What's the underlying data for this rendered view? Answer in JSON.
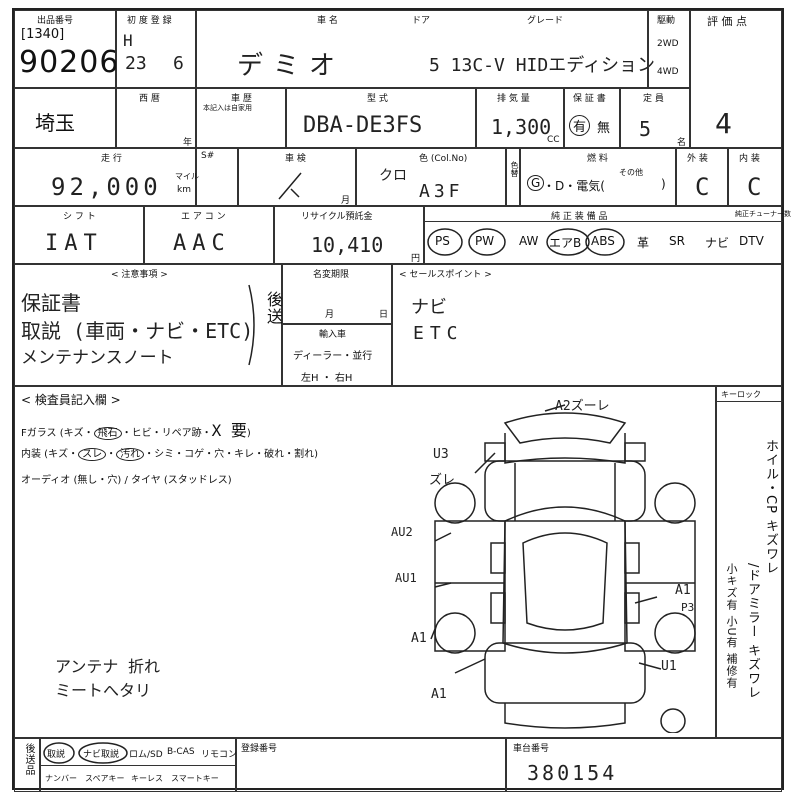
{
  "row1": {
    "lot_label": "出品番号",
    "lot_bracket": "[1340]",
    "lot_number": "90206",
    "first_reg_label": "初 度 登 録",
    "era": "H",
    "reg_year": "23",
    "reg_month": "6",
    "car_name_label": "車 名",
    "door_label": "ドア",
    "grade_label": "グレード",
    "car_name": "デミオ",
    "grade": "5 13C-V HIDエディション",
    "drive_label": "駆動",
    "drive_2wd": "2WD",
    "drive_4wd": "4WD",
    "score_label": "評 価 点",
    "score": "4"
  },
  "row2": {
    "region": "埼玉",
    "western_label": "西 暦",
    "year_suffix": "年",
    "chassis_label": "車 歴",
    "chassis_note": "本記入は自家用",
    "model_label": "型 式",
    "model": "DBA-DE3FS",
    "displacement_label": "排 気 量",
    "displacement": "1,300",
    "cc": "CC",
    "warranty_label": "保 証 書",
    "warranty_yes": "有",
    "warranty_no": "無",
    "seats_label": "定 員",
    "seats": "5",
    "seats_suffix": "名"
  },
  "row3": {
    "mileage_label": "走 行",
    "mileage": "92,000",
    "mile_unit": "マイル",
    "km_unit": "km",
    "mileage_warn": "S#",
    "inspection_label": "車 検",
    "month_suffix": "月",
    "color_label": "色 (Col.No)",
    "color": "クロ",
    "color_no": "A3F",
    "color_change": "色替",
    "fuel_label": "燃 料",
    "fuel_g": "G",
    "fuel_rest": "・D・電気(",
    "fuel_other": "その他",
    "fuel_close": ")",
    "exterior_label": "外 装",
    "exterior": "C",
    "interior_label": "内 装",
    "interior": "C"
  },
  "row4": {
    "shift_label": "シ フ ト",
    "shift": "IAT",
    "ac_label": "エ ア コ ン",
    "ac": "AAC",
    "recycle_label": "リサイクル預託金",
    "recycle": "10,410",
    "yen": "円",
    "equip_label": "純 正 装 備 品",
    "tuner_label": "純正チューナー数",
    "equip": [
      "PS",
      "PW",
      "AW",
      "エアB",
      "ABS",
      "革",
      "SR",
      "ナビ",
      "DTV"
    ],
    "equip_circled": [
      "PS",
      "PW",
      "エアB",
      "ABS"
    ]
  },
  "row5": {
    "notes_label": "< 注意事項 >",
    "notes": [
      "保証書",
      "取説 (車両・ナビ・ETC)",
      "メンテナンスノート"
    ],
    "notes_side": "後送",
    "expiry_label": "名変期限",
    "expiry_month": "月",
    "expiry_day": "日",
    "import_label": "輸入車",
    "import_dealer": "ディーラー・並行",
    "steer": "左H ・ 右H",
    "sales_label": "< セールスポイント >",
    "sales": [
      "ナビ",
      "ETC"
    ]
  },
  "inspection": {
    "title": "< 検査員記入欄 >",
    "line1_prefix": "Fガラス (キズ・",
    "line1_circled": "飛石",
    "line1_suffix": "・ヒビ・リペア跡・",
    "line1_mark": "X 要",
    "line1_close": ")",
    "line2_prefix": "内装 (キズ・",
    "line2_c1": "スレ",
    "line2_mid": "・",
    "line2_c2": "汚れ",
    "line2_suffix": "・シミ・コゲ・穴・キレ・破れ・割れ)",
    "line3": "オーディオ (無し・穴) / タイヤ (スタッドレス)",
    "handnote": [
      "アンテナ 折れ",
      "ミートへタリ"
    ],
    "keylock_label": "キーロック",
    "side_col1": "ホイル・CP キズワレ",
    "side_col2": "/ドアミラー キズワレ",
    "side_col3": "小キズ有 小U有 補修有",
    "marks": {
      "a2sure": "A2ズーレ",
      "u3": "U3",
      "zure": "ズレ",
      "au2": "AU2",
      "au1": "AU1",
      "a1_left": "A1",
      "a1_bottom": "A1",
      "a1_right": "A1",
      "p3": "P3",
      "u1": "U1"
    }
  },
  "bottom": {
    "ship_label": "後送品",
    "items_top": [
      "取説",
      "ナビ取説",
      "ロム/SD",
      "B-CAS",
      "リモコン"
    ],
    "items_bottom": [
      "ナンバー",
      "スペアキー",
      "キーレス",
      "スマートキー"
    ],
    "items_circled": [
      "取説",
      "ナビ取説"
    ],
    "reg_no_label": "登録番号",
    "vin_label": "車台番号",
    "vin": "380154"
  }
}
